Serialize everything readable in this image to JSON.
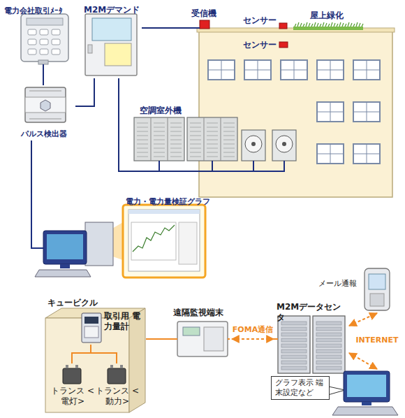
{
  "diagram": {
    "nodes": [
      {
        "text": [
          "電力会社取引ﾒｰﾀ"
        ]
      },
      {
        "text": [
          "M2Mデマンド"
        ]
      },
      {
        "text": [
          "パルス検出器"
        ]
      },
      {
        "text": [
          "受信機"
        ]
      },
      {
        "text": [
          "空調室外機"
        ]
      },
      {
        "text": [
          "電力・電力量検証グラフ"
        ]
      },
      {
        "text": [
          "キュービクル"
        ]
      },
      {
        "text": [
          "取引用 電力量計"
        ],
        "in": 6
      },
      {
        "text": [
          "トランス <電灯>"
        ],
        "in": 6
      },
      {
        "text": [
          "トランス <動力>"
        ],
        "in": 6
      },
      {
        "text": [
          "遠隔監視端末"
        ]
      },
      {
        "text": [
          "M2Mデータセンタ"
        ]
      },
      {
        "text": [
          "メール通報"
        ]
      },
      {
        "text": [
          "グラフ表示 端末設定など"
        ]
      }
    ],
    "edges": [
      {
        "from": 0,
        "to": 2,
        "arrow": "none"
      },
      {
        "from": 2,
        "to": 1,
        "arrow": "none"
      },
      {
        "from": 1,
        "to": 3,
        "arrow": "none"
      },
      {
        "from": 1,
        "to": 4,
        "arrow": "none"
      },
      {
        "from": 2,
        "to": 5,
        "arrow": "none"
      },
      {
        "from": 7,
        "to": 8,
        "arrow": "none"
      },
      {
        "from": 7,
        "to": 9,
        "arrow": "none"
      },
      {
        "from": 7,
        "to": 10,
        "arrow": "none"
      },
      {
        "from": 10,
        "to": 11,
        "label": "FOMA通信",
        "arrow": "both"
      },
      {
        "from": 11,
        "to": 12,
        "label": "INTERNET",
        "arrow": "both"
      },
      {
        "from": 11,
        "to": 13,
        "arrow": "both"
      }
    ],
    "labels": [
      "センサー",
      "センサー",
      "屋上緑化"
    ]
  }
}
